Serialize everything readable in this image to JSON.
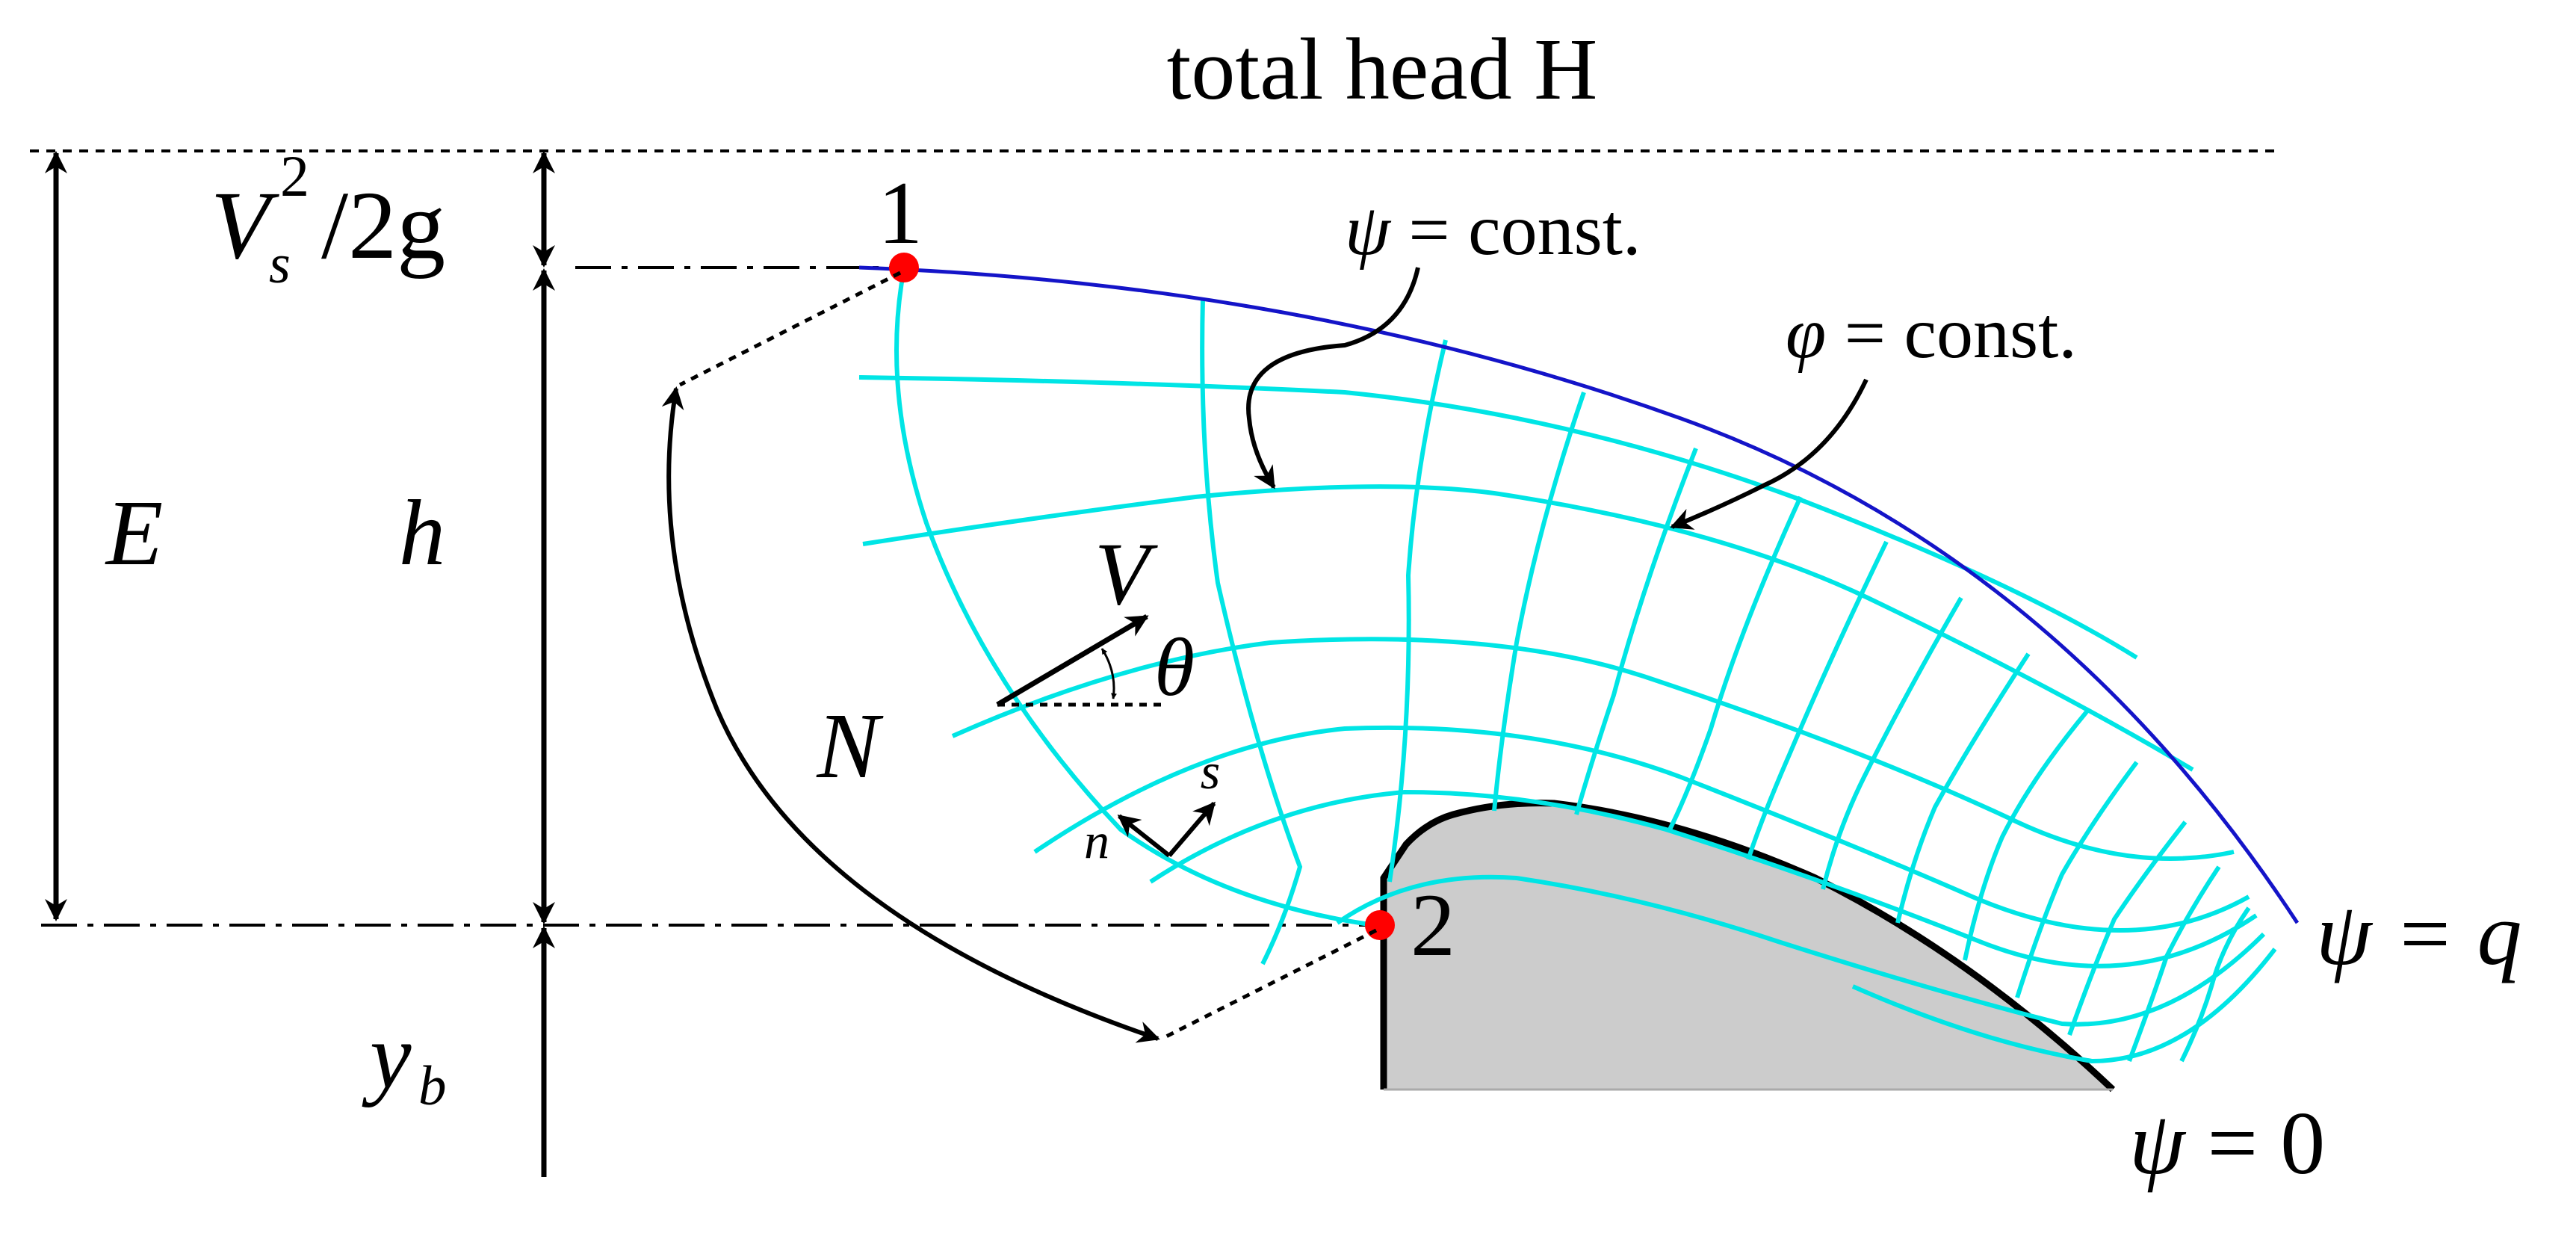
{
  "title": "total head H",
  "labels": {
    "velocity_head": {
      "V": "V",
      "sub": "s",
      "sup": "2",
      "rest": "/2g"
    },
    "point1": "1",
    "point2": "2",
    "E": "E",
    "h": "h",
    "yb": {
      "y": "y",
      "sub": "b"
    },
    "N": "N",
    "V": "V",
    "theta": "θ",
    "n": "n",
    "s": "s",
    "psi_const": {
      "sym": "ψ",
      "rest": " = const."
    },
    "phi_const": {
      "sym": "φ",
      "rest": " = const."
    },
    "psi_q": {
      "sym": "ψ",
      "rest": " = q"
    },
    "psi_0": {
      "sym": "ψ",
      "rest": " = 0"
    }
  },
  "colors": {
    "grid": "#00e5e5",
    "free_surface": "#1414c8",
    "boundary": "#000000",
    "weir": "#cccccc",
    "points": "#ff0000"
  }
}
